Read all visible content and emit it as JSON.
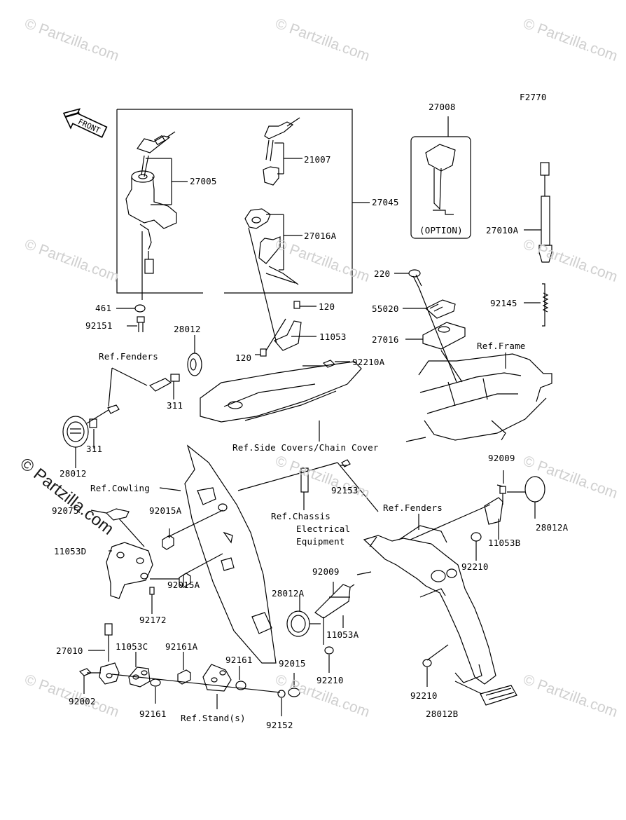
{
  "figure_code": "F2770",
  "front_arrow": "FRONT",
  "watermark": "© Partzilla.com",
  "option_label": "(OPTION)",
  "parts": {
    "p27008": "27008",
    "p27005": "27005",
    "p21007": "21007",
    "p27045": "27045",
    "p27016A": "27016A",
    "p27010A": "27010A",
    "p461": "461",
    "p92151": "92151",
    "p28012_top": "28012",
    "p220": "220",
    "p55020": "55020",
    "p120_top": "120",
    "p11053": "11053",
    "p27016": "27016",
    "p92145": "92145",
    "p120_bot": "120",
    "p92210A": "92210A",
    "p311_a": "311",
    "p311_b": "311",
    "p28012_left": "28012",
    "p92009_top": "92009",
    "p92153": "92153",
    "p92075": "92075",
    "p92015A_a": "92015A",
    "p11053D": "11053D",
    "p92015A_b": "92015A",
    "p28012A_right": "28012A",
    "p11053B": "11053B",
    "p92210_right": "92210",
    "p92009_mid": "92009",
    "p28012A_mid": "28012A",
    "p92172": "92172",
    "p11053A": "11053A",
    "p27010": "27010",
    "p11053C": "11053C",
    "p92161A": "92161A",
    "p92161_a": "92161",
    "p92015": "92015",
    "p92002": "92002",
    "p92161_b": "92161",
    "p92152": "92152",
    "p92210_mid": "92210",
    "p92210_bot": "92210",
    "p28012B": "28012B"
  },
  "refs": {
    "fenders_top": "Ref.Fenders",
    "frame": "Ref.Frame",
    "side_covers": "Ref.Side Covers/Chain Cover",
    "cowling": "Ref.Cowling",
    "chassis_1": "Ref.Chassis",
    "chassis_2": "Electrical",
    "chassis_3": "Equipment",
    "fenders_bottom": "Ref.Fenders",
    "stand": "Ref.Stand(s)"
  }
}
